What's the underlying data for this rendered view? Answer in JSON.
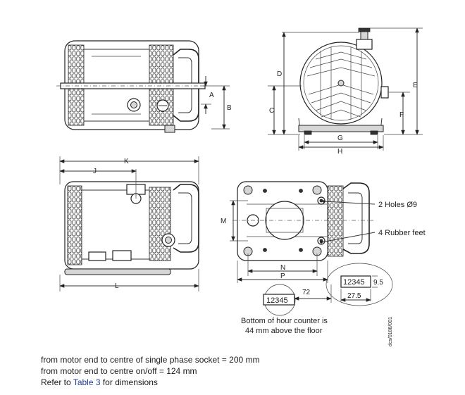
{
  "dimension_labels": {
    "A": "A",
    "B": "B",
    "C": "C",
    "D": "D",
    "E": "E",
    "F": "F",
    "G": "G",
    "H": "H",
    "J": "J",
    "K": "K",
    "L": "L",
    "M": "M",
    "N": "N",
    "P": "P"
  },
  "callouts": {
    "holes": "2 Holes Ø9",
    "feet": "4 Rubber feet"
  },
  "hour_counter": {
    "counter_value": "12345",
    "offset_mm": "72",
    "detail_value": "12345",
    "detail_height": "9.5",
    "detail_width": "27.5",
    "note_line1": "Bottom of hour counter is",
    "note_line2": "44 mm above the floor"
  },
  "drawing_ref": "dcs/0188/001",
  "notes": {
    "line1": "from motor end to centre of single phase socket = 200 mm",
    "line2": "from motor end to centre on/off = 124 mm",
    "line3_prefix": "Refer to ",
    "line3_link": "Table 3",
    "line3_suffix": " for dimensions"
  }
}
